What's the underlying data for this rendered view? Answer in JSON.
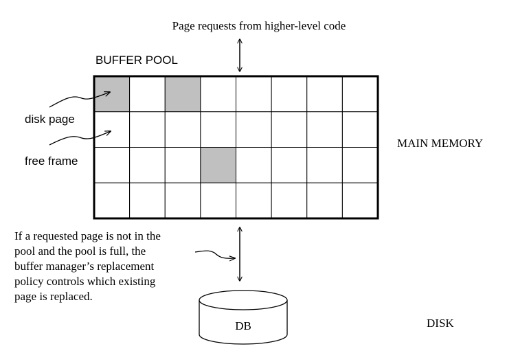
{
  "labels": {
    "top_request": "Page requests from higher-level code",
    "buffer_pool": "BUFFER POOL",
    "disk_page": "disk page",
    "free_frame": "free frame",
    "main_memory": "MAIN MEMORY",
    "disk": "DISK",
    "db": "DB"
  },
  "note_lines": [
    "If a requested page is not in the",
    "pool and the pool is full, the",
    "buffer manager’s replacement",
    "policy controls which existing",
    "page is replaced."
  ],
  "grid": {
    "rows": 4,
    "cols": 8,
    "filled_cells": [
      [
        0,
        0
      ],
      [
        0,
        2
      ],
      [
        2,
        3
      ]
    ],
    "fill_color": "#c0c0c0",
    "line_color": "#000000"
  }
}
